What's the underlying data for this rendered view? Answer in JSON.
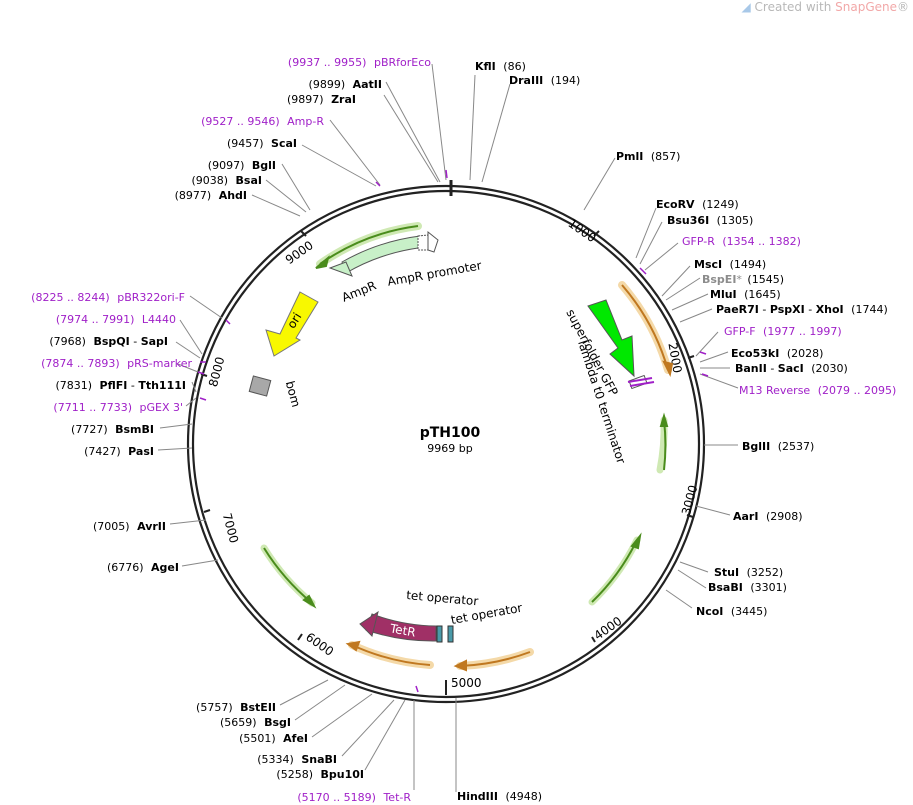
{
  "watermark": {
    "prefix": "Created with ",
    "brand": "SnapGene",
    "reg": "®"
  },
  "plasmid": {
    "name": "pTH100",
    "size": "9969 bp"
  },
  "ticks": [
    {
      "label": "1000"
    },
    {
      "label": "2000"
    },
    {
      "label": "3000"
    },
    {
      "label": "4000"
    },
    {
      "label": "5000"
    },
    {
      "label": "6000"
    },
    {
      "label": "7000"
    },
    {
      "label": "8000"
    },
    {
      "label": "9000"
    }
  ],
  "features": {
    "ampr": "AmpR",
    "ampr_promoter": "AmpR promoter",
    "ori": "ori",
    "bom": "bom",
    "sfgfp_1": "superfolder GFP",
    "sfgfp_2": "lambda t0 terminator",
    "tetr": "TetR",
    "tetop1": "tet operator",
    "tetop2": "tet operator"
  },
  "sites": [
    {
      "name": "KflI",
      "pos": "(86)"
    },
    {
      "name": "DraIII",
      "pos": "(194)"
    },
    {
      "name": "PmlI",
      "pos": "(857)"
    },
    {
      "name": "EcoRV",
      "pos": "(1249)"
    },
    {
      "name": "Bsu36I",
      "pos": "(1305)"
    },
    {
      "name": "GFP-R",
      "pos": "(1354 .. 1382)"
    },
    {
      "name": "MscI",
      "pos": "(1494)"
    },
    {
      "name": "BspEI",
      "suffix": "*",
      "pos": "(1545)"
    },
    {
      "name": "MluI",
      "pos": "(1645)"
    },
    {
      "name": "PaeR7I",
      "extra": [
        "PspXI",
        "XhoI"
      ],
      "pos": "(1744)"
    },
    {
      "name": "GFP-F",
      "pos": "(1977 .. 1997)"
    },
    {
      "name": "Eco53kI",
      "pos": "(2028)"
    },
    {
      "name": "BanII",
      "extra": [
        "SacI"
      ],
      "pos": "(2030)"
    },
    {
      "name": "M13 Reverse",
      "pos": "(2079 .. 2095)"
    },
    {
      "name": "BglII",
      "pos": "(2537)"
    },
    {
      "name": "AarI",
      "pos": "(2908)"
    },
    {
      "name": "StuI",
      "pos": "(3252)"
    },
    {
      "name": "BsaBI",
      "pos": "(3301)"
    },
    {
      "name": "NcoI",
      "pos": "(3445)"
    },
    {
      "name": "HindIII",
      "pos": "(4948)"
    },
    {
      "name": "Tet-R",
      "pos": "(5170 .. 5189)"
    },
    {
      "name": "Bpu10I",
      "pos": "(5258)"
    },
    {
      "name": "SnaBI",
      "pos": "(5334)"
    },
    {
      "name": "AfeI",
      "pos": "(5501)"
    },
    {
      "name": "BsgI",
      "pos": "(5659)"
    },
    {
      "name": "BstEII",
      "pos": "(5757)"
    },
    {
      "name": "AgeI",
      "pos": "(6776)"
    },
    {
      "name": "AvrII",
      "pos": "(7005)"
    },
    {
      "name": "PasI",
      "pos": "(7427)"
    },
    {
      "name": "BsmBI",
      "pos": "(7727)"
    },
    {
      "name": "pGEX 3'",
      "pos": "(7711 .. 7733)"
    },
    {
      "name": "PflFI",
      "extra": [
        "Tth111I"
      ],
      "pos": "(7831)"
    },
    {
      "name": "pRS-marker",
      "pos": "(7874 .. 7893)"
    },
    {
      "name": "BspQI",
      "extra": [
        "SapI"
      ],
      "pos": "(7968)"
    },
    {
      "name": "L4440",
      "pos": "(7974 .. 7991)"
    },
    {
      "name": "pBR322ori-F",
      "pos": "(8225 .. 8244)"
    },
    {
      "name": "AhdI",
      "pos": "(8977)"
    },
    {
      "name": "BsaI",
      "pos": "(9038)"
    },
    {
      "name": "BglI",
      "pos": "(9097)"
    },
    {
      "name": "ScaI",
      "pos": "(9457)"
    },
    {
      "name": "Amp-R",
      "pos": "(9527 .. 9546)"
    },
    {
      "name": "ZraI",
      "pos": "(9897)"
    },
    {
      "name": "AatII",
      "pos": "(9899)"
    },
    {
      "name": "pBRforEco",
      "pos": "(9937 .. 9955)"
    }
  ]
}
